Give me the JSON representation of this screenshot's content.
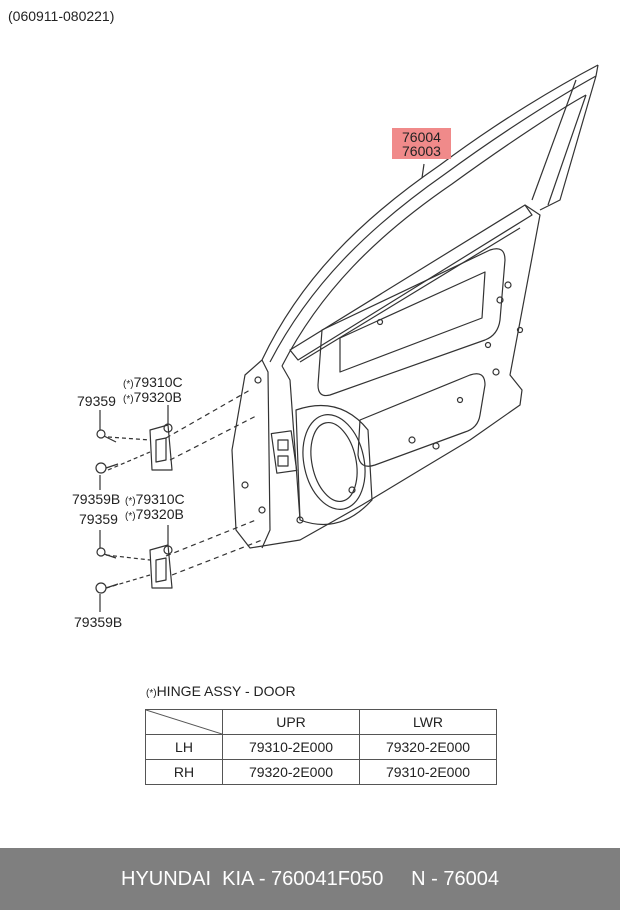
{
  "header_code": "(060911-080221)",
  "callouts": {
    "highlight_top": "76004",
    "highlight_bottom": "76003",
    "upper_hinge_c": "79310C",
    "upper_hinge_b": "79320B",
    "upper_bolt": "79359",
    "mid_bolt_b": "79359B",
    "lower_hinge_c": "79310C",
    "lower_hinge_b": "79320B",
    "lower_bolt": "79359",
    "lower_bolt_b": "79359B",
    "mark": "(*)"
  },
  "table": {
    "title": "HINGE ASSY - DOOR",
    "columns": [
      "UPR",
      "LWR"
    ],
    "rows": [
      {
        "side": "LH",
        "upr": "79310-2E000",
        "lwr": "79320-2E000"
      },
      {
        "side": "RH",
        "upr": "79320-2E000",
        "lwr": "79310-2E000"
      }
    ]
  },
  "footer": "HYUNDAI  KIA - 760041F050     N - 76004",
  "colors": {
    "highlight": "#f08a8a",
    "footer_bg": "#7f7f7f"
  }
}
